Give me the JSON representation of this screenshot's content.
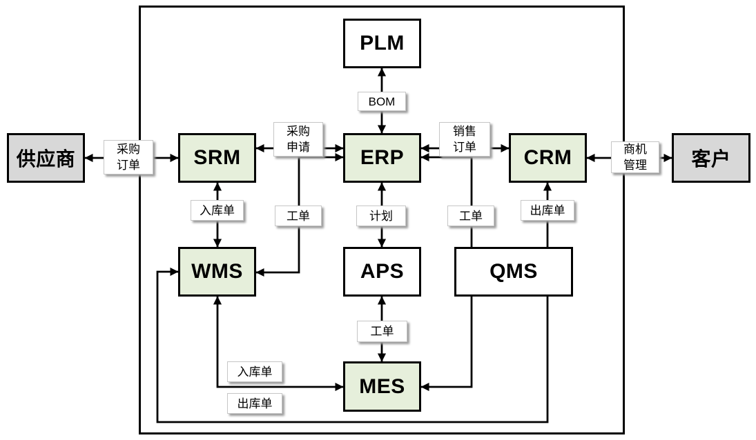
{
  "boxes": {
    "supplier": "供应商",
    "customer": "客户",
    "plm": "PLM",
    "srm": "SRM",
    "erp": "ERP",
    "crm": "CRM",
    "wms": "WMS",
    "aps": "APS",
    "qms": "QMS",
    "mes": "MES"
  },
  "edge_labels": {
    "bom": "BOM",
    "purchase_order": [
      "采购",
      "订单"
    ],
    "purchase_request": [
      "采购",
      "申请"
    ],
    "sales_order": [
      "销售",
      "订单"
    ],
    "opportunity_mgmt": [
      "商机",
      "管理"
    ],
    "inbound_srm_wms": "入库单",
    "work_order_erp_wms": "工单",
    "plan": "计划",
    "work_order_qms_erp": "工单",
    "outbound_crm_qms": "出库单",
    "work_order_aps_mes": "工单",
    "inbound_wms_mes": "入库单",
    "outbound_loop": "出库单"
  },
  "edges": [
    {
      "from": "供应商",
      "to": "SRM",
      "label": "采购订单",
      "direction": "both"
    },
    {
      "from": "SRM",
      "to": "ERP",
      "label": "采购申请",
      "direction": "both"
    },
    {
      "from": "ERP",
      "to": "CRM",
      "label": "销售订单",
      "direction": "both"
    },
    {
      "from": "CRM",
      "to": "客户",
      "label": "商机管理",
      "direction": "both"
    },
    {
      "from": "PLM",
      "to": "ERP",
      "label": "BOM",
      "direction": "both"
    },
    {
      "from": "SRM",
      "to": "WMS",
      "label": "入库单",
      "direction": "both"
    },
    {
      "from": "ERP",
      "to": "APS",
      "label": "计划",
      "direction": "both"
    },
    {
      "from": "APS",
      "to": "MES",
      "label": "工单",
      "direction": "both"
    },
    {
      "from": "ERP",
      "to": "WMS",
      "label": "工单",
      "direction": "both"
    },
    {
      "from": "QMS",
      "to": "ERP",
      "label": "工单",
      "direction": "to"
    },
    {
      "from": "QMS",
      "to": "CRM",
      "label": "出库单",
      "direction": "to"
    },
    {
      "from": "QMS",
      "to": "WMS",
      "label": "出库单",
      "direction": "to",
      "route": "bottom-loop"
    },
    {
      "from": "QMS",
      "to": "MES",
      "label": "",
      "direction": "to"
    },
    {
      "from": "WMS",
      "to": "MES",
      "label": "入库单",
      "direction": "both"
    }
  ],
  "colors": {
    "system_fill": "#e6efdb",
    "plain_fill": "#ffffff",
    "external_fill": "#d8d8d8",
    "label_bg": "#ffffff",
    "line": "#000000"
  }
}
